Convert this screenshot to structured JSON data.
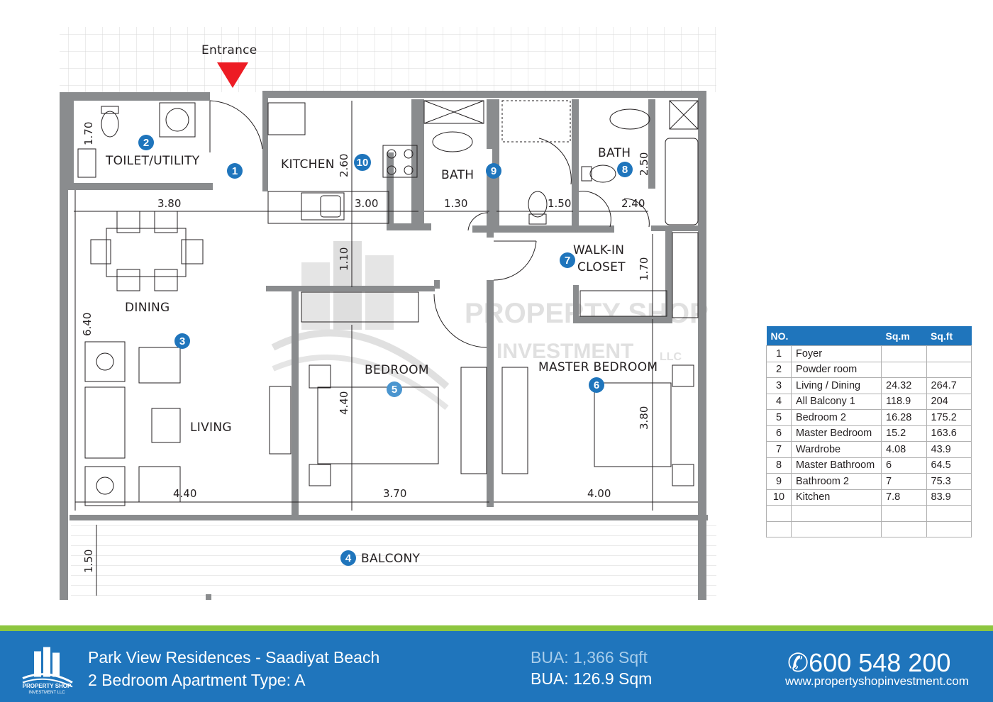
{
  "plan": {
    "entrance_label": "Entrance",
    "rooms": [
      {
        "name": "TOILET/UTILITY",
        "num": "2"
      },
      {
        "name": "",
        "num": "1"
      },
      {
        "name": "KITCHEN",
        "num": "10"
      },
      {
        "name": "BATH",
        "num": "9"
      },
      {
        "name": "BATH",
        "num": "8"
      },
      {
        "name": "WALK-IN",
        "name2": "CLOSET",
        "num": "7"
      },
      {
        "name": "DINING",
        "num": ""
      },
      {
        "name": "LIVING",
        "num": "3"
      },
      {
        "name": "BEDROOM",
        "num": "5"
      },
      {
        "name": "MASTER BEDROOM",
        "num": "6"
      },
      {
        "name": "BALCONY",
        "num": "4"
      }
    ],
    "dimensions": {
      "toilet_h": "1.70",
      "living_w": "3.80",
      "kitchen_h": "2.60",
      "kitchen_w": "3.00",
      "bath9_w": "1.30",
      "bath_mid_w": "1.50",
      "bath8_h": "2.50",
      "bath8_w": "2.40",
      "hall_h": "1.10",
      "closet_h": "1.70",
      "living_h": "6.40",
      "living_w2": "4.40",
      "bed_h": "4.40",
      "bed_w": "3.70",
      "master_w": "4.00",
      "master_h": "3.80",
      "balcony_h": "1.50"
    },
    "watermark_line1": "PROPERTY SHOP",
    "watermark_line2": "INVESTMENT",
    "watermark_llc": "LLC"
  },
  "table": {
    "headers": [
      "NO.",
      "Sq.m",
      "Sq.ft"
    ],
    "rows": [
      {
        "no": "1",
        "name": "Foyer",
        "sqm": "",
        "sqft": ""
      },
      {
        "no": "2",
        "name": "Powder room",
        "sqm": "",
        "sqft": ""
      },
      {
        "no": "3",
        "name": "Living / Dining",
        "sqm": "24.32",
        "sqft": "264.7"
      },
      {
        "no": "4",
        "name": "All Balcony 1",
        "sqm": "118.9",
        "sqft": "204"
      },
      {
        "no": "5",
        "name": "Bedroom 2",
        "sqm": "16.28",
        "sqft": "175.2"
      },
      {
        "no": "6",
        "name": "Master Bedroom",
        "sqm": "15.2",
        "sqft": "163.6"
      },
      {
        "no": "7",
        "name": "Wardrobe",
        "sqm": "4.08",
        "sqft": "43.9"
      },
      {
        "no": "8",
        "name": "Master Bathroom",
        "sqm": "6",
        "sqft": "64.5"
      },
      {
        "no": "9",
        "name": "Bathroom 2",
        "sqm": "7",
        "sqft": "75.3"
      },
      {
        "no": "10",
        "name": "Kitchen",
        "sqm": "7.8",
        "sqft": "83.9"
      },
      {
        "no": "",
        "name": "",
        "sqm": "",
        "sqft": ""
      },
      {
        "no": "",
        "name": "",
        "sqm": "",
        "sqft": ""
      }
    ]
  },
  "footer": {
    "logo_line1": "PROPERTY SHOP",
    "logo_line2": "INVESTMENT LLC",
    "title": "Park View Residences - Saadiyat Beach",
    "subtitle": "2 Bedroom Apartment Type: A",
    "bua_sqft": "BUA: 1,366 Sqft",
    "bua_sqm": "BUA: 126.9 Sqm",
    "phone": "600 548 200",
    "website": "www.propertyshopinvestment.com"
  },
  "colors": {
    "accent_blue": "#1f75bc",
    "green_strip": "#8dc63f",
    "wall_gray": "#8a8c8e",
    "entrance_red": "#ed1c24"
  }
}
